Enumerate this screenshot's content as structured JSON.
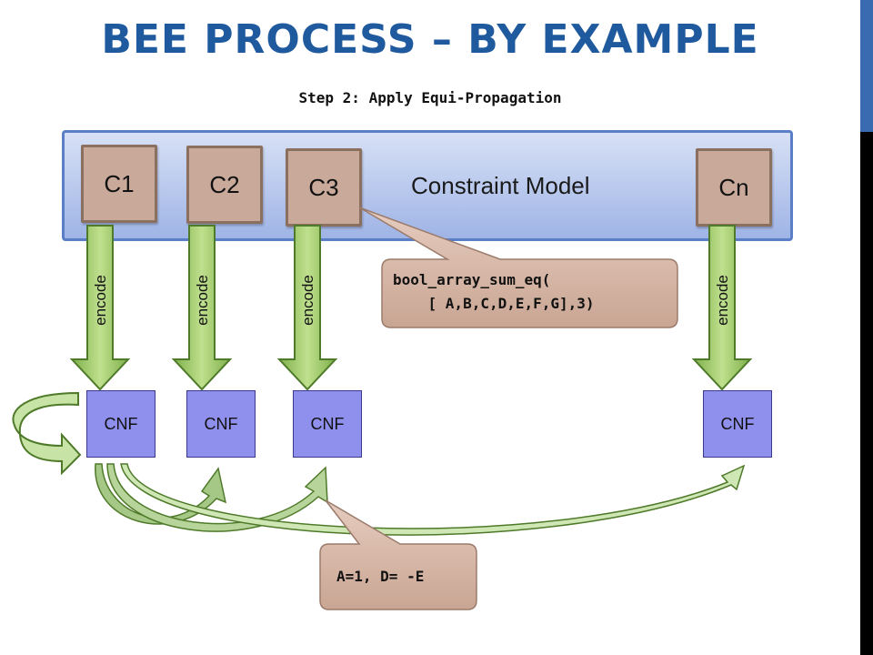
{
  "title": "BEE PROCESS – BY EXAMPLE",
  "subtitle": "Step 2: Apply Equi-Propagation",
  "model_label": "Constraint Model",
  "constraints": [
    "C1",
    "C2",
    "C3",
    "Cn"
  ],
  "encode_label": "encode",
  "cnf_label": "CNF",
  "callout_constraint": {
    "line1": "bool_array_sum_eq(",
    "line2": "    [ A,B,C,D,E,F,G],3)"
  },
  "callout_result": "A=1, D= -E",
  "colors": {
    "title": "#1f5a9e",
    "model_fill": "#b9c8ee",
    "constraint_fill": "#c8a99a",
    "cnf_fill": "#8f8fed",
    "arrow_fill": "#9cc761",
    "callout_fill": "#d7b8a8"
  }
}
